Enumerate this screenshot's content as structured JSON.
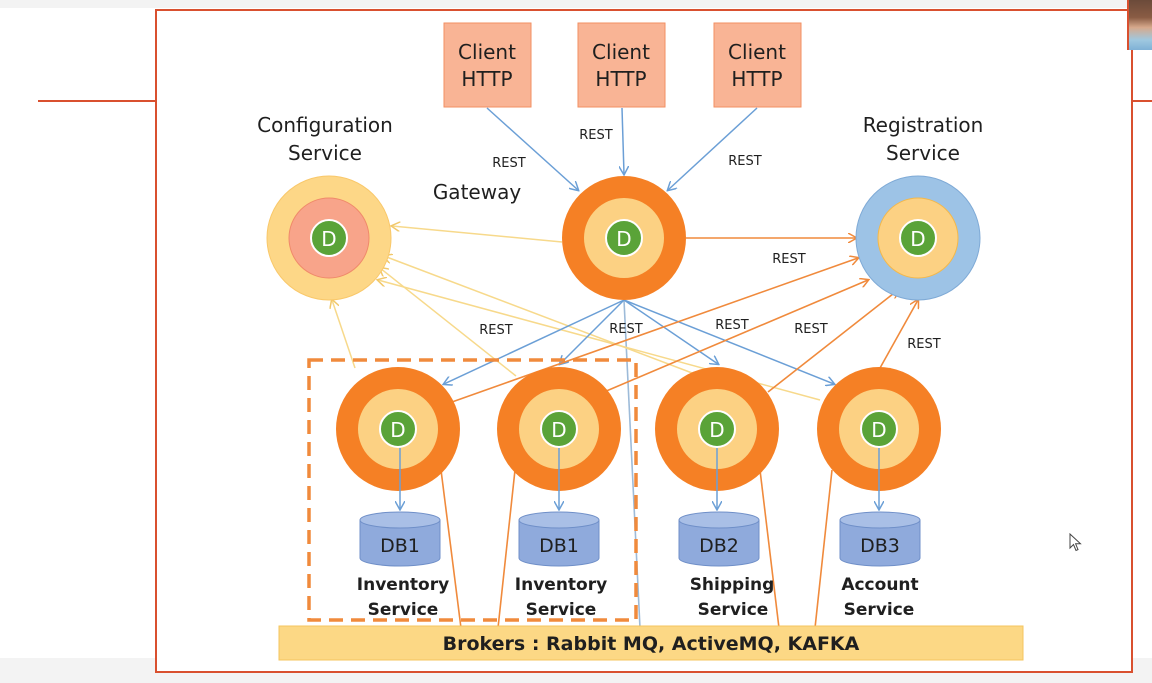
{
  "colors": {
    "accent_red": "#d9502f",
    "node_orange": "#f58025",
    "node_inner_yellow": "#fcd183",
    "d_green": "#5aa338",
    "client_box": "#f9b495",
    "registration_blue": "#9dc3e6",
    "config_outer": "#fdd787",
    "config_inner": "#f8a48a",
    "db_blue": "#8faadc",
    "broker_bar": "#fcd885",
    "arrow_blue": "#6b9fd6",
    "arrow_orange": "#f08a3c",
    "arrow_yellow": "#f7d98b"
  },
  "clients": [
    {
      "line1": "Client",
      "line2": "HTTP"
    },
    {
      "line1": "Client",
      "line2": "HTTP"
    },
    {
      "line1": "Client",
      "line2": "HTTP"
    }
  ],
  "configuration_service": {
    "line1": "Configuration",
    "line2": "Service"
  },
  "registration_service": {
    "line1": "Registration",
    "line2": "Service"
  },
  "gateway": {
    "label": "Gateway"
  },
  "node_letter": "D",
  "rest_label": "REST",
  "services": [
    {
      "line1": "Inventory",
      "line2": "Service",
      "db": "DB1"
    },
    {
      "line1": "Inventory",
      "line2": "Service",
      "db": "DB1"
    },
    {
      "line1": "Shipping",
      "line2": "Service",
      "db": "DB2"
    },
    {
      "line1": "Account",
      "line2": "Service",
      "db": "DB3"
    }
  ],
  "brokers": {
    "label": "Brokers : Rabbit MQ, ActiveMQ, KAFKA"
  },
  "icons": {
    "cursor": "mouse-pointer-icon",
    "avatar": "presenter-avatar"
  }
}
